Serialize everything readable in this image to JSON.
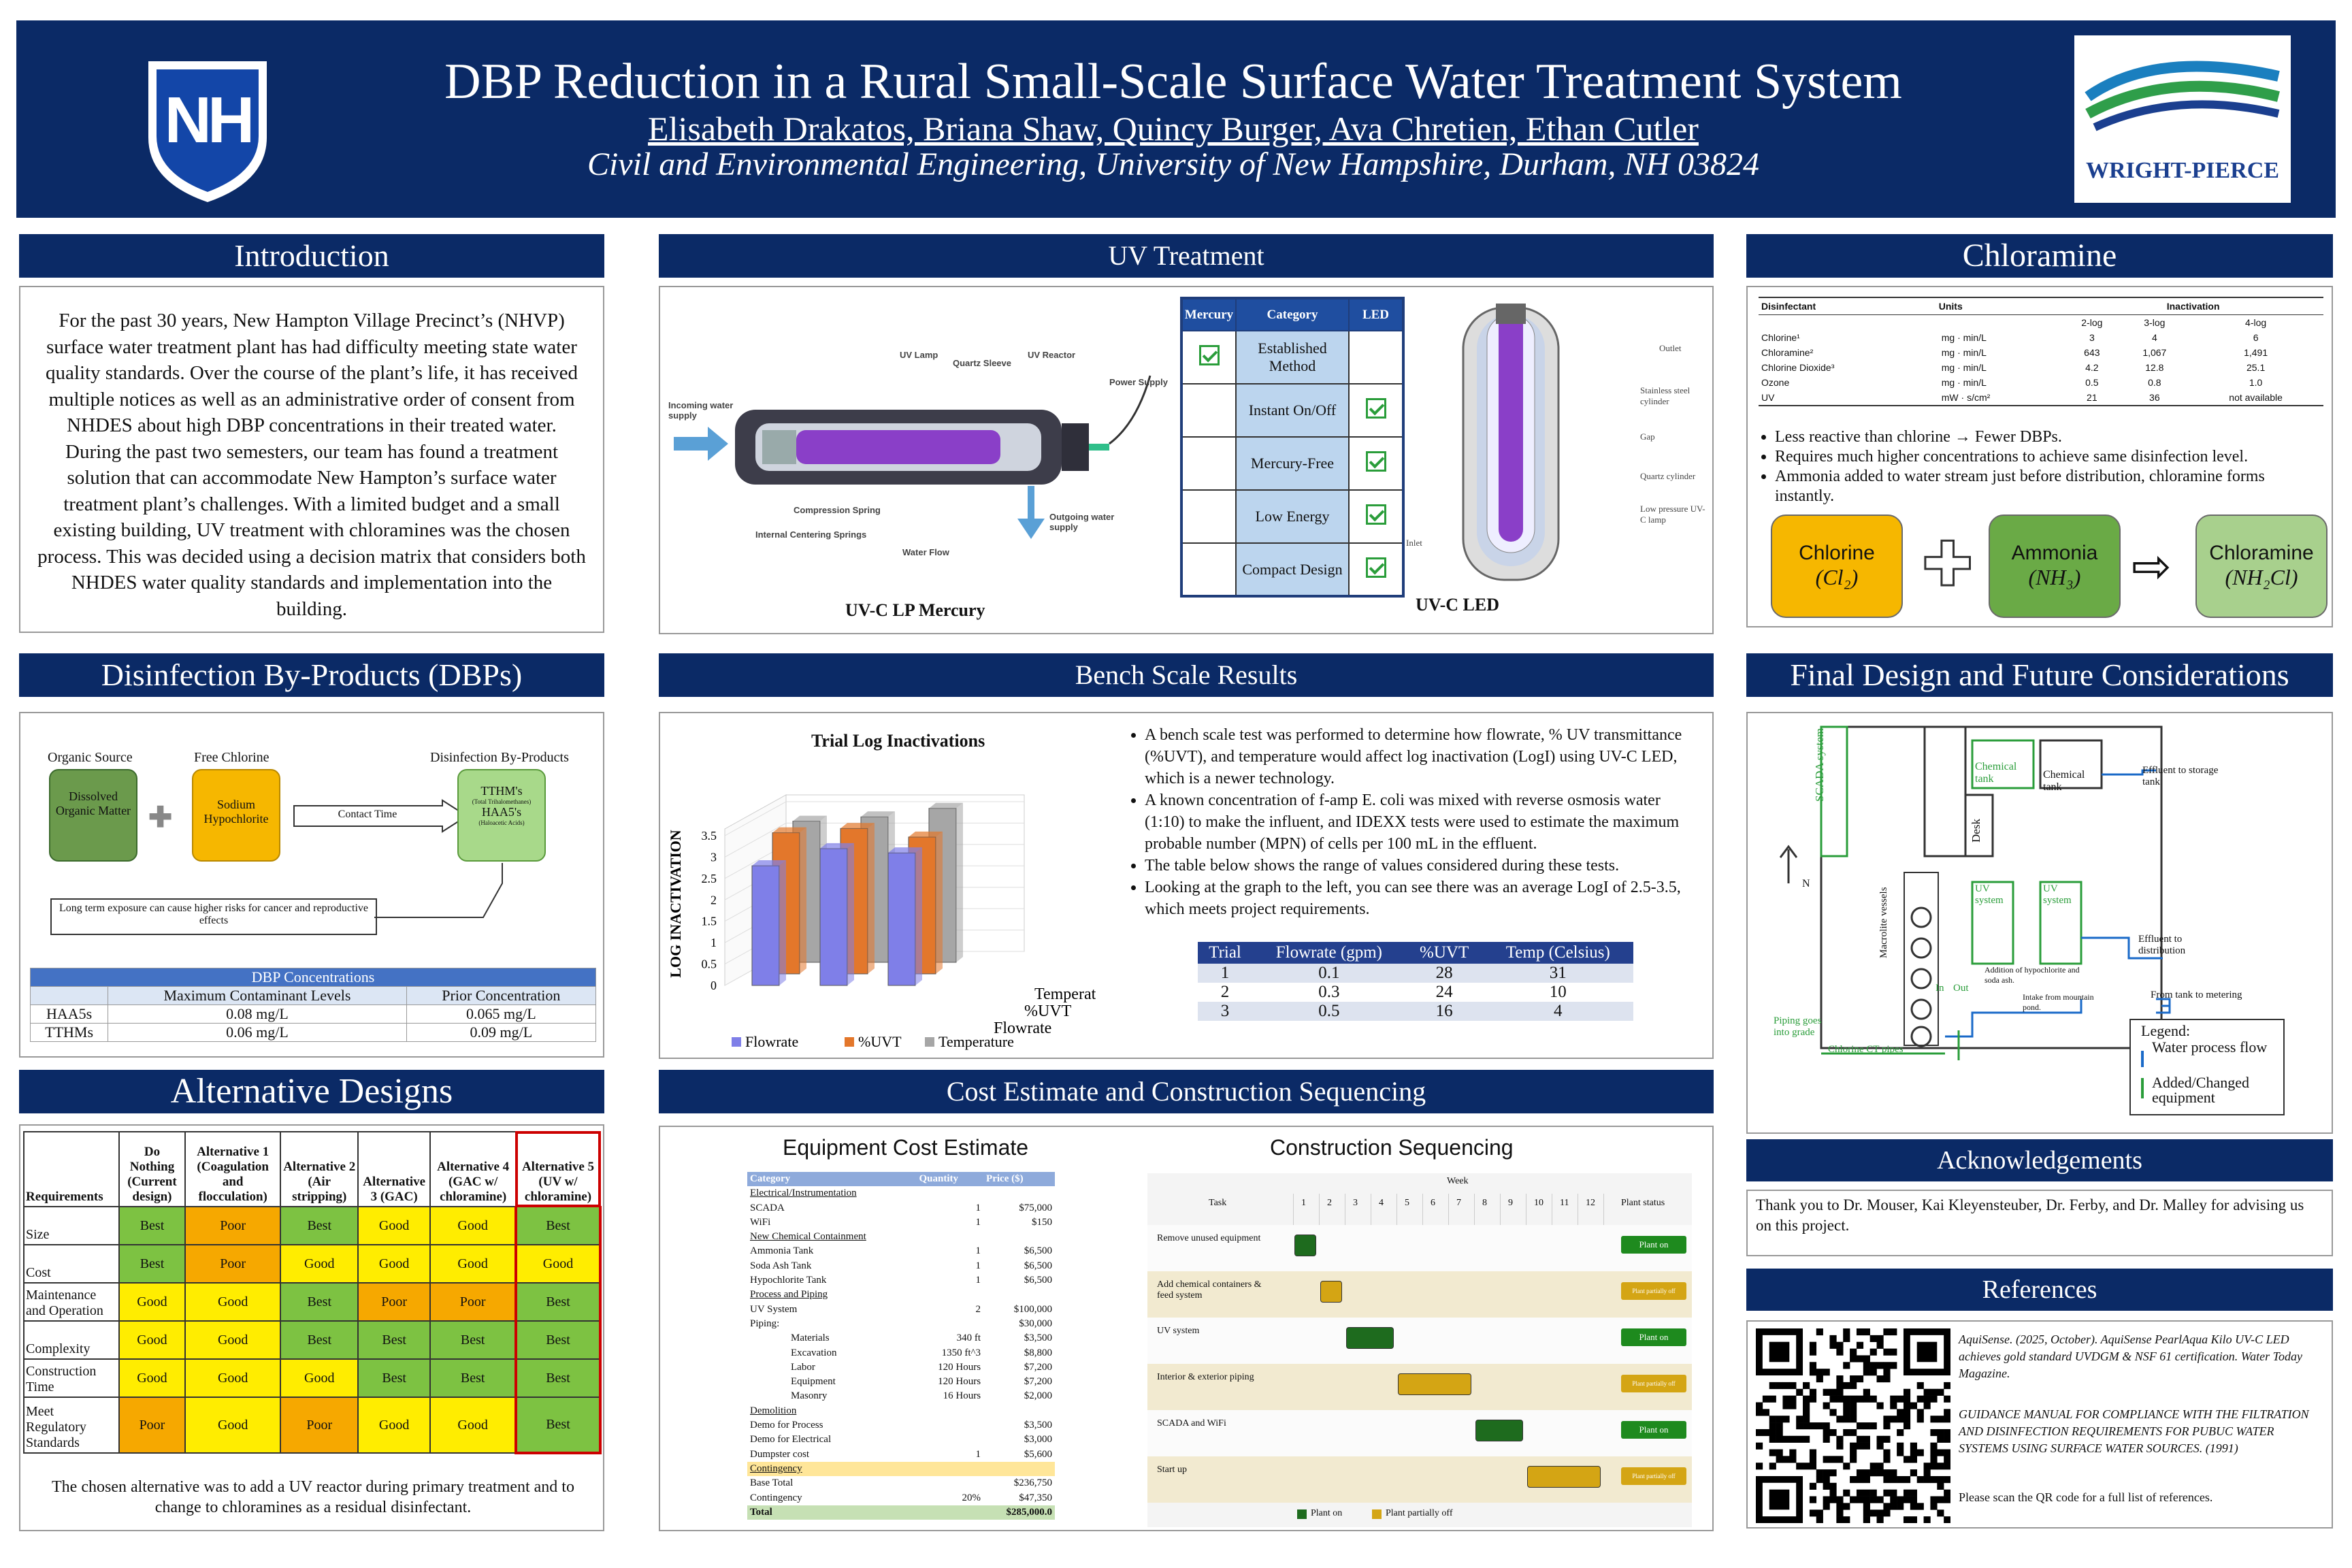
{
  "header": {
    "title": "DBP Reduction in a Rural Small-Scale Surface Water Treatment System",
    "authors": "Elisabeth Drakatos, Briana Shaw, Quincy Burger, Ava Chretien, Ethan Cutler",
    "affiliation": "Civil and Environmental Engineering, University of New Hampshire, Durham, NH 03824",
    "logo_left": "NH",
    "logo_right": "WRIGHT-PIERCE"
  },
  "intro": {
    "heading": "Introduction",
    "text": "For the past 30 years, New Hampton Village Precinct’s (NHVP) surface water treatment plant has had difficulty meeting state water quality standards. Over the course of the plant’s life, it has received multiple notices as well as an administrative order of consent from NHDES about high DBP concentrations in their treated water. During the past two semesters, our team has found a treatment solution that can accommodate New Hampton’s surface water treatment plant’s challenges. With a limited budget and a small existing building, UV treatment with chloramines was the chosen process. This was decided using a decision matrix that considers both NHDES water quality standards and implementation into the building."
  },
  "dbp": {
    "heading": "Disinfection By-Products (DBPs)",
    "organic_label": "Organic Source",
    "organic": "Dissolved Organic Matter",
    "chlorine_label": "Free Chlorine",
    "chlorine": "Sodium Hypochlorite",
    "contact": "Contact Time",
    "byproducts_label": "Disinfection By-Products",
    "thm": "TTHM's",
    "thm_sub": "(Total Trihalomethanes)",
    "haa": "HAA5's",
    "haa_sub": "(Haloacetic Acids)",
    "risk": "Long term exposure can cause higher risks for cancer and reproductive effects",
    "table_title": "DBP Concentrations",
    "cols": [
      "",
      "Maximum Contaminant Levels",
      "Prior Concentration"
    ],
    "rows": [
      [
        "HAA5s",
        "0.08 mg/L",
        "0.065 mg/L"
      ],
      [
        "TTHMs",
        "0.06 mg/L",
        "0.09 mg/L"
      ]
    ]
  },
  "alternatives": {
    "heading": "Alternative Designs",
    "headers": [
      "Requirements",
      "Do Nothing (Current design)",
      "Alternative 1 (Coagulation and flocculation)",
      "Alternative 2 (Air stripping)",
      "Alternative 3 (GAC)",
      "Alternative 4 (GAC w/ chloramine)",
      "Alternative 5 (UV w/ chloramine)"
    ],
    "rows": [
      [
        "Size",
        "Best",
        "Poor",
        "Best",
        "Good",
        "Good",
        "Best"
      ],
      [
        "Cost",
        "Best",
        "Poor",
        "Good",
        "Good",
        "Good",
        "Good"
      ],
      [
        "Maintenance and Operation",
        "Good",
        "Good",
        "Best",
        "Poor",
        "Poor",
        "Best"
      ],
      [
        "Complexity",
        "Good",
        "Good",
        "Best",
        "Best",
        "Best",
        "Best"
      ],
      [
        "Construction Time",
        "Good",
        "Good",
        "Good",
        "Best",
        "Best",
        "Best"
      ],
      [
        "Meet Regulatory Standards",
        "Poor",
        "Good",
        "Poor",
        "Good",
        "Good",
        "Best"
      ]
    ],
    "caption": "The chosen alternative was to add a UV reactor during primary treatment and to change to chloramines as a residual disinfectant."
  },
  "uv": {
    "heading": "UV Treatment",
    "labels": {
      "incoming": "Incoming water supply",
      "uv_lamp": "UV Lamp",
      "quartz": "Quartz Sleeve",
      "reactor": "UV Reactor",
      "power": "Power Supply",
      "compression": "Compression Spring",
      "centering": "Internal Centering Springs",
      "flow": "Water Flow",
      "outgoing": "Outgoing water supply",
      "mercury_caption": "UV-C LP Mercury",
      "led_caption": "UV-C LED",
      "outlet": "Outlet",
      "steel": "Stainless steel cylinder",
      "gap": "Gap",
      "quartz_cyl": "Quartz cylinder",
      "lowp": "Low pressure UV-C lamp",
      "inlet": "Inlet"
    },
    "cmp_headers": [
      "Mercury",
      "Category",
      "LED"
    ],
    "cmp_rows": [
      {
        "cat": "Established Method",
        "m": true,
        "l": false
      },
      {
        "cat": "Instant On/Off",
        "m": false,
        "l": true
      },
      {
        "cat": "Mercury-Free",
        "m": false,
        "l": true
      },
      {
        "cat": "Low Energy",
        "m": false,
        "l": true
      },
      {
        "cat": "Compact Design",
        "m": false,
        "l": true
      }
    ]
  },
  "chloramine": {
    "heading": "Chloramine",
    "table_headers": [
      "Disinfectant",
      "Units",
      "Inactivation"
    ],
    "logs": [
      "2-log",
      "3-log",
      "4-log"
    ],
    "rows": [
      [
        "Chlorine¹",
        "mg · min/L",
        "3",
        "4",
        "6"
      ],
      [
        "Chloramine²",
        "mg · min/L",
        "643",
        "1,067",
        "1,491"
      ],
      [
        "Chlorine Dioxide³",
        "mg · min/L",
        "4.2",
        "12.8",
        "25.1"
      ],
      [
        "Ozone",
        "mg · min/L",
        "0.5",
        "0.8",
        "1.0"
      ],
      [
        "UV",
        "mW · s/cm²",
        "21",
        "36",
        "not available"
      ]
    ],
    "bullets": [
      "Less reactive than chlorine → Fewer DBPs.",
      "Requires much higher concentrations to achieve same disinfection level.",
      "Ammonia added to water stream just before distribution, chloramine forms instantly."
    ],
    "chem": [
      {
        "name": "Chlorine",
        "formula": "(Cl₂)",
        "color": "#f6b700"
      },
      {
        "name": "Ammonia",
        "formula": "(NH₃)",
        "color": "#6aaa46"
      },
      {
        "name": "Chloramine",
        "formula": "(NH₂Cl)",
        "color": "#a8d08d"
      }
    ]
  },
  "bench": {
    "heading": "Bench Scale Results",
    "chart_title": "Trial Log Inactivations",
    "bullets": [
      "A bench scale test was performed to determine how flowrate, % UV transmittance (%UVT), and temperature would affect log inactivation (LogI) using UV-C LED, which is a newer technology.",
      "A known concentration of f-amp E. coli was mixed with reverse osmosis water (1:10) to make the influent, and IDEXX tests were used to estimate the maximum probable number (MPN) of cells per 100 mL in the effluent.",
      "The table below shows the range of values considered during these tests.",
      "Looking at the graph to the left, you can see there was an average LogI of 2.5-3.5, which meets project requirements."
    ],
    "table_headers": [
      "Trial",
      "Flowrate (gpm)",
      "%UVT",
      "Temp (Celsius)"
    ],
    "table_rows": [
      [
        "1",
        "0.1",
        "28",
        "31"
      ],
      [
        "2",
        "0.3",
        "24",
        "10"
      ],
      [
        "3",
        "0.5",
        "16",
        "4"
      ]
    ]
  },
  "chart_data": {
    "type": "bar",
    "title": "Trial Log Inactivations",
    "ylabel": "LOG INACTIVATION",
    "ylim": [
      0,
      3.5
    ],
    "yticks": [
      "0",
      "0.5",
      "1",
      "1.5",
      "2",
      "2.5",
      "3",
      "3.5"
    ],
    "depth_labels": [
      "Temperature",
      "%UVT",
      "Flowrate"
    ],
    "categories": [
      "1",
      "2",
      "3"
    ],
    "series": [
      {
        "name": "Flowrate",
        "values": [
          2.8,
          3.2,
          3.1
        ],
        "color": "#7f7fe8"
      },
      {
        "name": "%UVT",
        "values": [
          3.3,
          3.4,
          3.2
        ],
        "color": "#e3772b"
      },
      {
        "name": "Temperature",
        "values": [
          3.3,
          3.4,
          3.6
        ],
        "color": "#a6a6a6"
      }
    ]
  },
  "cost": {
    "heading": "Cost Estimate and Construction Sequencing",
    "equip_title": "Equipment Cost Estimate",
    "seq_title": "Construction Sequencing",
    "headers": [
      "Category",
      "Quantity",
      "Price ($)"
    ],
    "rows": [
      [
        "Electrical/Instrumentation",
        "",
        "",
        "h"
      ],
      [
        "SCADA",
        "1",
        "$75,000",
        ""
      ],
      [
        "WiFi",
        "1",
        "$150",
        ""
      ],
      [
        "New Chemical Containment",
        "",
        "",
        "h"
      ],
      [
        "Ammonia Tank",
        "1",
        "$6,500",
        ""
      ],
      [
        "Soda Ash Tank",
        "1",
        "$6,500",
        ""
      ],
      [
        "Hypochlorite Tank",
        "1",
        "$6,500",
        ""
      ],
      [
        "Process and Piping",
        "",
        "",
        "h"
      ],
      [
        "UV System",
        "2",
        "$100,000",
        ""
      ],
      [
        "Piping:",
        "",
        "$30,000",
        ""
      ],
      [
        "Materials",
        "340 ft",
        "$3,500",
        "i"
      ],
      [
        "Excavation",
        "1350 ft^3",
        "$8,800",
        "i"
      ],
      [
        "Labor",
        "120 Hours",
        "$7,200",
        "i"
      ],
      [
        "Equipment",
        "120 Hours",
        "$7,200",
        "i"
      ],
      [
        "Masonry",
        "16 Hours",
        "$2,000",
        "i"
      ],
      [
        "Demolition",
        "",
        "",
        "h"
      ],
      [
        "Demo for Process",
        "",
        "$3,500",
        ""
      ],
      [
        "Demo for Electrical",
        "",
        "$3,000",
        ""
      ],
      [
        "Dumpster cost",
        "1",
        "$5,600",
        ""
      ],
      [
        "Contingency",
        "",
        "",
        "c"
      ],
      [
        "Base Total",
        "",
        "$236,750",
        ""
      ],
      [
        "Contingency",
        "20%",
        "$47,350",
        ""
      ],
      [
        "Total",
        "",
        "$285,000.0",
        "t"
      ]
    ],
    "week_label": "Week",
    "task_label": "Task",
    "status_label": "Plant status",
    "weeks": [
      "1",
      "2",
      "3",
      "4",
      "5",
      "6",
      "7",
      "8",
      "9",
      "10",
      "11",
      "12"
    ],
    "tasks": [
      {
        "name": "Remove unused equipment",
        "start": 1,
        "len": 1,
        "color": "#1e6b1e",
        "status": "Plant on"
      },
      {
        "name": "Add chemical containers & feed system",
        "start": 2,
        "len": 1,
        "color": "#d4a514",
        "status": "Plant partially off"
      },
      {
        "name": "UV system",
        "start": 3,
        "len": 2,
        "color": "#1e6b1e",
        "status": "Plant on"
      },
      {
        "name": "Interior & exterior piping",
        "start": 5,
        "len": 3,
        "color": "#d4a514",
        "status": "Plant partially off"
      },
      {
        "name": "SCADA and WiFi",
        "start": 8,
        "len": 2,
        "color": "#1e6b1e",
        "status": "Plant on"
      },
      {
        "name": "Start up",
        "start": 10,
        "len": 3,
        "color": "#d4a514",
        "status": "Plant partially off"
      }
    ],
    "legend": [
      "Plant on",
      "Plant partially off"
    ]
  },
  "final": {
    "heading": "Final Design and Future Considerations",
    "scada": "SCADA system",
    "desk": "Desk",
    "chem_tank": "Chemical tank",
    "chem_tank2": "Chemical tank",
    "effluent_storage": "Effluent to storage tank",
    "uv1": "UV system",
    "uv2": "UV system",
    "effluent_dist": "Effluent to distribution",
    "from_tank": "From tank to metering",
    "vessels": "Macrolite vessels",
    "north": "N",
    "in": "In",
    "out": "Out",
    "addition": "Addition of hypochlorite and soda ash.",
    "intake": "Intake from mountain pond.",
    "piping": "Piping goes into grade",
    "chlorine_ct": "Chlorine CT pipes",
    "legend_title": "Legend:",
    "legend": [
      "Water process flow",
      "Added/Changed equipment"
    ]
  },
  "ack": {
    "heading": "Acknowledgements",
    "text": "Thank you to Dr. Mouser, Kai Kleyensteuber, Dr. Ferby, and Dr. Malley for advising us on this project."
  },
  "refs": {
    "heading": "References",
    "r1": "AquiSense. (2025, October). AquiSense PearlAqua Kilo UV-C LED achieves gold standard UVDGM & NSF 61 certification. Water Today Magazine.",
    "r2": "GUIDANCE MANUAL FOR COMPLIANCE WITH THE FILTRATION AND DISINFECTION REQUIREMENTS FOR PUBUC WATER SYSTEMS USING SURFACE WATER SOURCES. (1991)",
    "r3": "Please scan the QR code for a full list of references."
  },
  "colors": {
    "navy": "#0b2a66",
    "best": "#7dc242",
    "good": "#ffed00",
    "poor": "#f6a800"
  }
}
